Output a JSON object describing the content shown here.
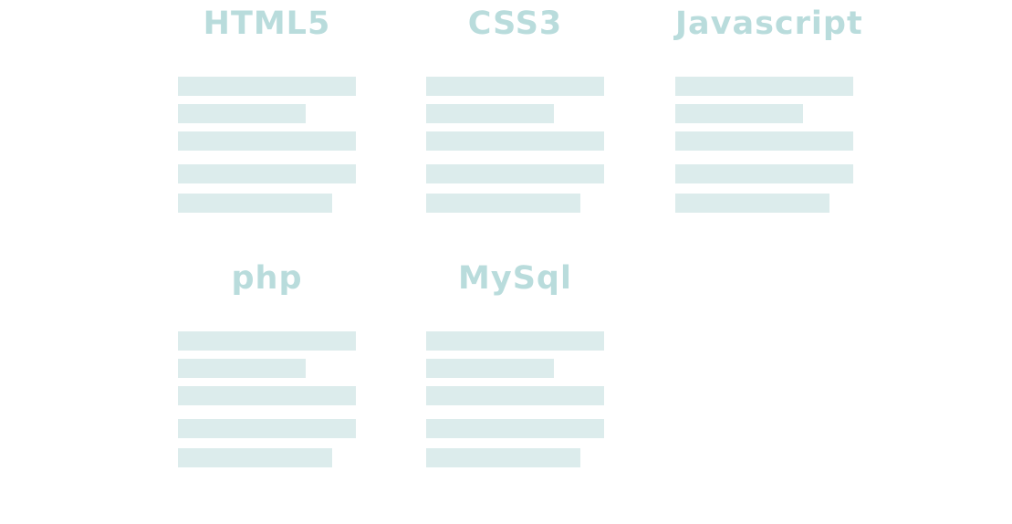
{
  "theme": {
    "title_color": "#b9dcdc",
    "line_color": "#dcecec"
  },
  "cards": [
    {
      "title": "HTML5"
    },
    {
      "title": "CSS3"
    },
    {
      "title": "Javascript"
    },
    {
      "title": "php"
    },
    {
      "title": "MySql"
    }
  ]
}
